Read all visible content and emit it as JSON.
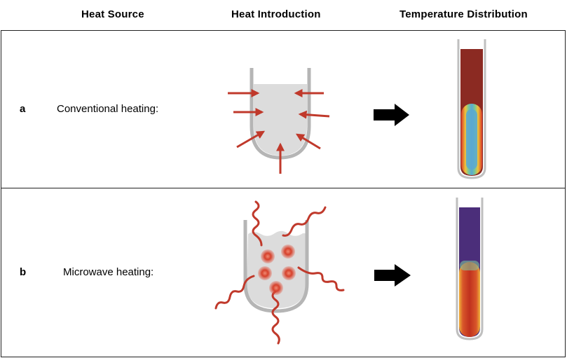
{
  "header": {
    "col1": "Heat Source",
    "col2": "Heat Introduction",
    "col3": "Temperature Distribution"
  },
  "rows": [
    {
      "letter": "a",
      "label": "Conventional  heating:"
    },
    {
      "letter": "b",
      "label": "Microwave heating:"
    }
  ],
  "colors": {
    "arrow_red": "#c0392b",
    "hot_red": "#8b2a22",
    "cool_purple": "#4b2e7a",
    "vessel_fill": "#dcdcdc",
    "vessel_stroke": "#b5b5b5",
    "block_arrow": "#000000"
  }
}
